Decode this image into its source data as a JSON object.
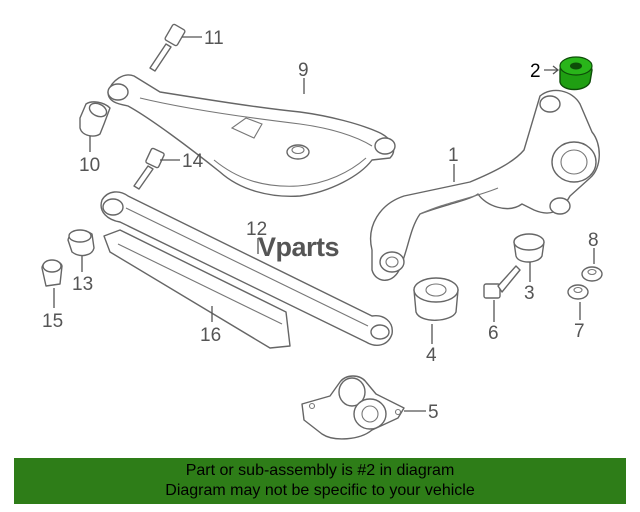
{
  "watermark": "Vparts",
  "callouts": {
    "c1": "1",
    "c2": "2",
    "c3": "3",
    "c4": "4",
    "c5": "5",
    "c6": "6",
    "c7": "7",
    "c8": "8",
    "c9": "9",
    "c10": "10",
    "c11": "11",
    "c12": "12",
    "c13": "13",
    "c14": "14",
    "c15": "15",
    "c16": "16"
  },
  "highlight_color": "#1f9f12",
  "banner": {
    "line1": "Part or sub-assembly is #2 in diagram",
    "line2": "Diagram may not be specific to your vehicle",
    "color": "#2e7d18"
  }
}
